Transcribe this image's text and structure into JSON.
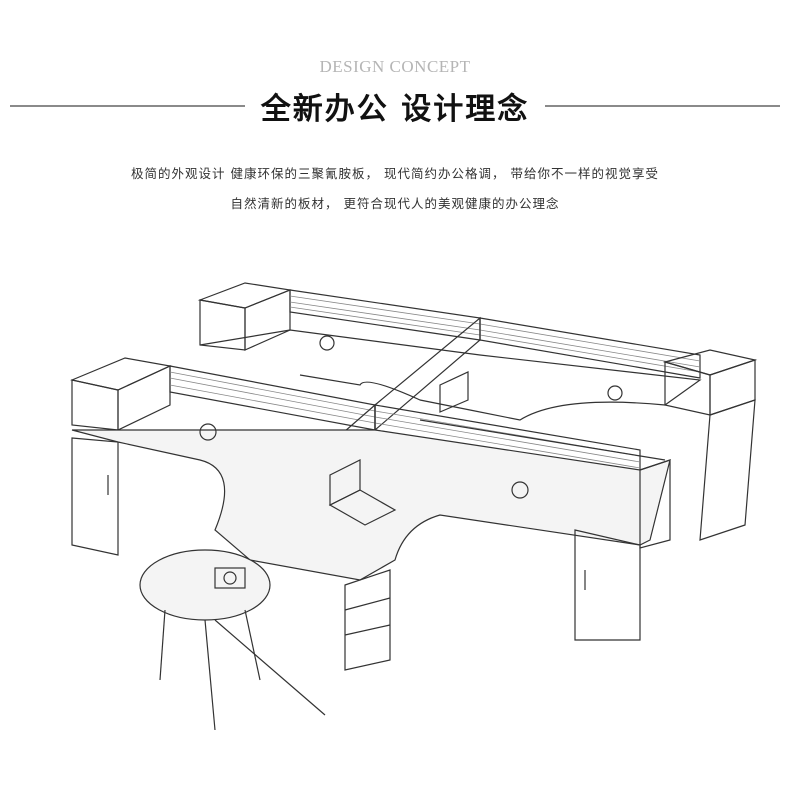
{
  "header": {
    "subtitle_en": "DESIGN CONCEPT",
    "title": "全新办公  设计理念"
  },
  "description": {
    "line1": "极简的外观设计 健康环保的三聚氰胺板， 现代简约办公格调， 带给你不一样的视觉享受",
    "line2": "自然清新的板材， 更符合现代人的美观健康的办公理念"
  }
}
